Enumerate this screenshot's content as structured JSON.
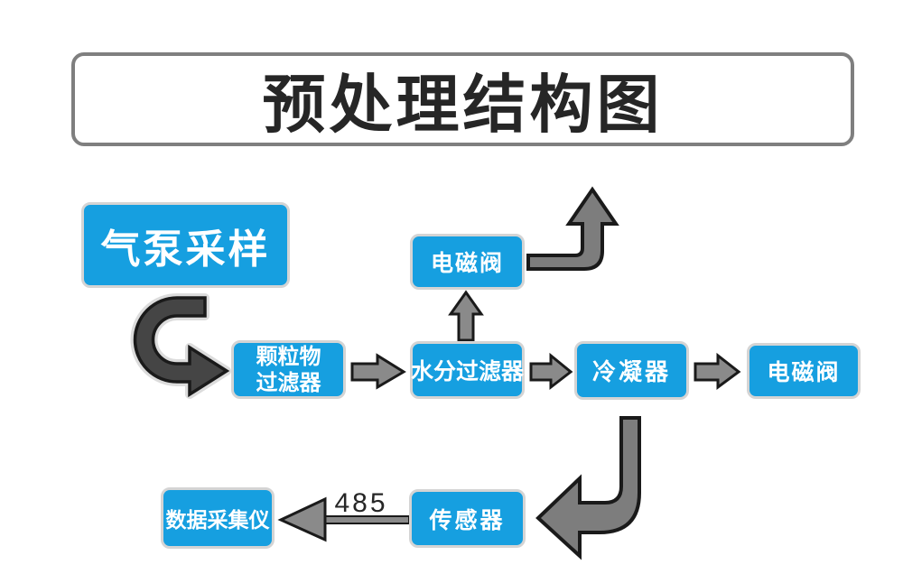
{
  "title": "预处理结构图",
  "nodes": {
    "pump": {
      "label": "气泵采样"
    },
    "particulate": {
      "label_line1": "颗粒物",
      "label_line2": "过滤器"
    },
    "moisture": {
      "label": "水分过滤器"
    },
    "solenoid_top": {
      "label": "电磁阀"
    },
    "condenser": {
      "label": "冷凝器"
    },
    "solenoid_right": {
      "label": "电磁阀"
    },
    "sensor": {
      "label": "传感器"
    },
    "collector": {
      "label": "数据采集仪"
    }
  },
  "labels": {
    "bus": "485"
  },
  "edges": [
    {
      "from": "气泵采样",
      "to": "颗粒物过滤器",
      "style": "curved-c-arrow"
    },
    {
      "from": "颗粒物过滤器",
      "to": "水分过滤器",
      "style": "block-arrow"
    },
    {
      "from": "水分过滤器",
      "to": "电磁阀",
      "style": "block-arrow-up"
    },
    {
      "from": "电磁阀",
      "to": "exhaust-out-top",
      "style": "elbow-arrow-up"
    },
    {
      "from": "水分过滤器",
      "to": "冷凝器",
      "style": "block-arrow"
    },
    {
      "from": "冷凝器",
      "to": "电磁阀",
      "style": "block-arrow"
    },
    {
      "from": "冷凝器",
      "to": "传感器",
      "style": "elbow-arrow-down-left"
    },
    {
      "from": "传感器",
      "to": "数据采集仪",
      "style": "line-arrow",
      "label": "485"
    }
  ],
  "colors": {
    "node_fill": "#169fe0",
    "node_border": "#d4d4d4",
    "title_border": "#7f7f7f",
    "text_dark": "#262626",
    "arrow_gray": "#8a8a8a",
    "elbow_gray": "#7d7d7d",
    "arrow_dark": "#454545",
    "outline": "#1a1a1a",
    "halo": "#dcdcdc"
  }
}
